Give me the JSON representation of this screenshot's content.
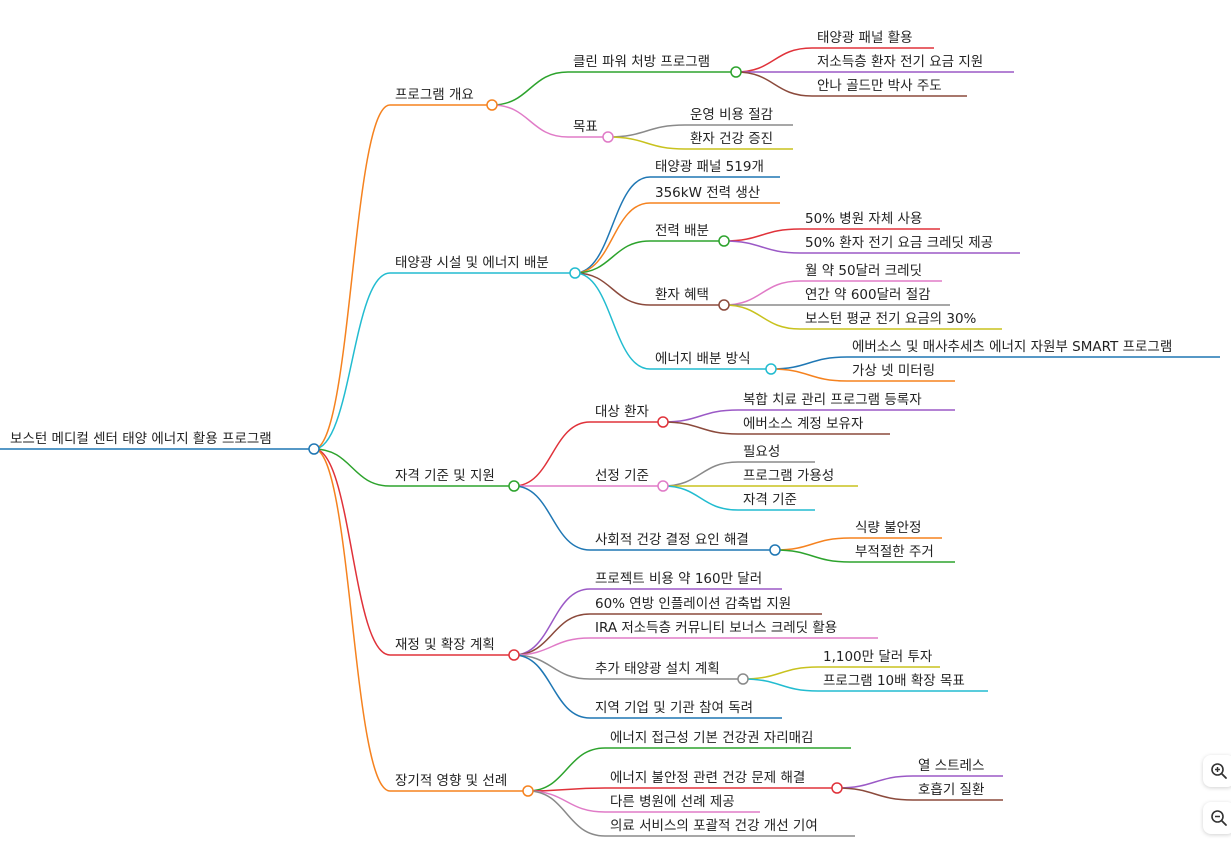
{
  "mindmap": {
    "root": "보스턴 메디컬 센터 태양 에너지 활용 프로그램",
    "branches": [
      {
        "label": "프로그램 개요",
        "color": "#f5821f",
        "children": [
          {
            "label": "클린 파워 처방 프로그램",
            "color": "#2da32d",
            "children": [
              {
                "label": "태양광 패널 활용",
                "color": "#e0323a"
              },
              {
                "label": "저소득층 환자 전기 요금 지원",
                "color": "#9b59c6"
              },
              {
                "label": "안나 골드만 박사 주도",
                "color": "#8b4a3c"
              }
            ]
          },
          {
            "label": "목표",
            "color": "#e07bc7",
            "children": [
              {
                "label": "운영 비용 절감",
                "color": "#8a8a8a"
              },
              {
                "label": "환자 건강 증진",
                "color": "#c8c21e"
              }
            ]
          }
        ]
      },
      {
        "label": "태양광 시설 및 에너지 배분",
        "color": "#22bcd0",
        "children": [
          {
            "label": "태양광 패널 519개",
            "color": "#1f77b4"
          },
          {
            "label": "356kW 전력 생산",
            "color": "#f5821f"
          },
          {
            "label": "전력 배분",
            "color": "#2da32d",
            "children": [
              {
                "label": "50% 병원 자체 사용",
                "color": "#e0323a"
              },
              {
                "label": "50% 환자 전기 요금 크레딧 제공",
                "color": "#9b59c6"
              }
            ]
          },
          {
            "label": "환자 혜택",
            "color": "#8b4a3c",
            "children": [
              {
                "label": "월 약 50달러 크레딧",
                "color": "#e07bc7"
              },
              {
                "label": "연간 약 600달러 절감",
                "color": "#8a8a8a"
              },
              {
                "label": "보스턴 평균 전기 요금의 30%",
                "color": "#c8c21e"
              }
            ]
          },
          {
            "label": "에너지 배분 방식",
            "color": "#22bcd0",
            "children": [
              {
                "label": "에버소스 및 매사추세츠 에너지 자원부 SMART 프로그램",
                "color": "#1f77b4"
              },
              {
                "label": "가상 넷 미터링",
                "color": "#f5821f"
              }
            ]
          }
        ]
      },
      {
        "label": "자격 기준 및 지원",
        "color": "#2da32d",
        "children": [
          {
            "label": "대상 환자",
            "color": "#e0323a",
            "children": [
              {
                "label": "복합 치료 관리 프로그램 등록자",
                "color": "#9b59c6"
              },
              {
                "label": "에버소스 계정 보유자",
                "color": "#8b4a3c"
              }
            ]
          },
          {
            "label": "선정 기준",
            "color": "#e07bc7",
            "children": [
              {
                "label": "필요성",
                "color": "#8a8a8a"
              },
              {
                "label": "프로그램 가용성",
                "color": "#c8c21e"
              },
              {
                "label": "자격 기준",
                "color": "#22bcd0"
              }
            ]
          },
          {
            "label": "사회적 건강 결정 요인 해결",
            "color": "#1f77b4",
            "children": [
              {
                "label": "식량 불안정",
                "color": "#f5821f"
              },
              {
                "label": "부적절한 주거",
                "color": "#2da32d"
              }
            ]
          }
        ]
      },
      {
        "label": "재정 및 확장 계획",
        "color": "#e0323a",
        "children": [
          {
            "label": "프로젝트 비용 약 160만 달러",
            "color": "#9b59c6"
          },
          {
            "label": "60% 연방 인플레이션 감축법 지원",
            "color": "#8b4a3c"
          },
          {
            "label": "IRA 저소득층 커뮤니티 보너스 크레딧 활용",
            "color": "#e07bc7"
          },
          {
            "label": "추가 태양광 설치 계획",
            "color": "#8a8a8a",
            "children": [
              {
                "label": "1,100만 달러 투자",
                "color": "#c8c21e"
              },
              {
                "label": "프로그램 10배 확장 목표",
                "color": "#22bcd0"
              }
            ]
          },
          {
            "label": "지역 기업 및 기관 참여 독려",
            "color": "#1f77b4"
          }
        ]
      },
      {
        "label": "장기적 영향 및 선례",
        "color": "#f5821f",
        "children": [
          {
            "label": "에너지 접근성 기본 건강권 자리매김",
            "color": "#2da32d"
          },
          {
            "label": "에너지 불안정 관련 건강 문제 해결",
            "color": "#e0323a",
            "children": [
              {
                "label": "열 스트레스",
                "color": "#9b59c6"
              },
              {
                "label": "호흡기 질환",
                "color": "#8b4a3c"
              }
            ]
          },
          {
            "label": "다른 병원에 선례 제공",
            "color": "#e07bc7"
          },
          {
            "label": "의료 서비스의 포괄적 건강 개선 기여",
            "color": "#8a8a8a"
          }
        ]
      }
    ]
  },
  "colors": {
    "root": "#1f77b4",
    "label_text": "#222222"
  },
  "controls": {
    "zoom_in_icon": "zoom-in-icon",
    "zoom_out_icon": "zoom-out-icon"
  }
}
